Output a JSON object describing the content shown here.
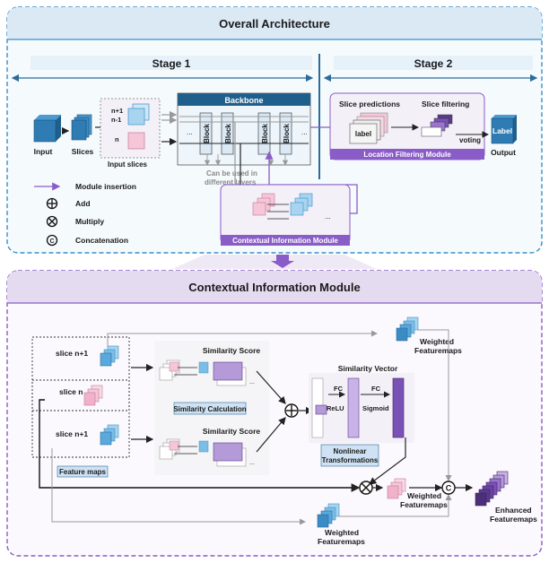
{
  "top_panel": {
    "title": "Overall Architecture",
    "stage1": "Stage 1",
    "stage2": "Stage 2",
    "input": "Input",
    "slices": "Slices",
    "input_slices": "Input slices",
    "slice_n1": "n+1",
    "slice_nm1": "n-1",
    "slice_n": "n",
    "backbone": "Backbone",
    "block": "Block",
    "dots": "...",
    "can_be_used_1": "Can be used in",
    "can_be_used_2": "different layers",
    "slice_predictions": "Slice predictions",
    "slice_filtering": "Slice filtering",
    "label": "label",
    "voting": "voting",
    "label_out": "Label",
    "output": "Output",
    "location_filtering": "Location Filtering Module",
    "contextual_module": "Contextual Information Module",
    "legend": {
      "module_insertion": "Module insertion",
      "add": "Add",
      "multiply": "Multiply",
      "concatenation": "Concatenation"
    }
  },
  "bottom_panel": {
    "title": "Contextual Information Module",
    "slice_n_plus_1_top": "slice n+1",
    "slice_n": "slice n",
    "slice_n_plus_1_bottom": "slice n+1",
    "feature_maps": "Feature maps",
    "similarity_score_top": "Similarity Score",
    "similarity_score_bottom": "Similarity Score",
    "similarity_calculation": "Similarity Calculation",
    "similarity_vector": "Similarity Vector",
    "fc1": "FC",
    "fc2": "FC",
    "relu": "ReLU",
    "sigmoid": "Sigmoid",
    "nonlinear_1": "Nonlinear",
    "nonlinear_2": "Transformations",
    "weighted_top_1": "Weighted",
    "weighted_top_2": "Featuremaps",
    "weighted_mid_1": "Weighted",
    "weighted_mid_2": "Featuremaps",
    "weighted_bot_1": "Weighted",
    "weighted_bot_2": "Featuremaps",
    "enhanced_1": "Enhanced",
    "enhanced_2": "Featuremaps",
    "concat_symbol": "C"
  }
}
